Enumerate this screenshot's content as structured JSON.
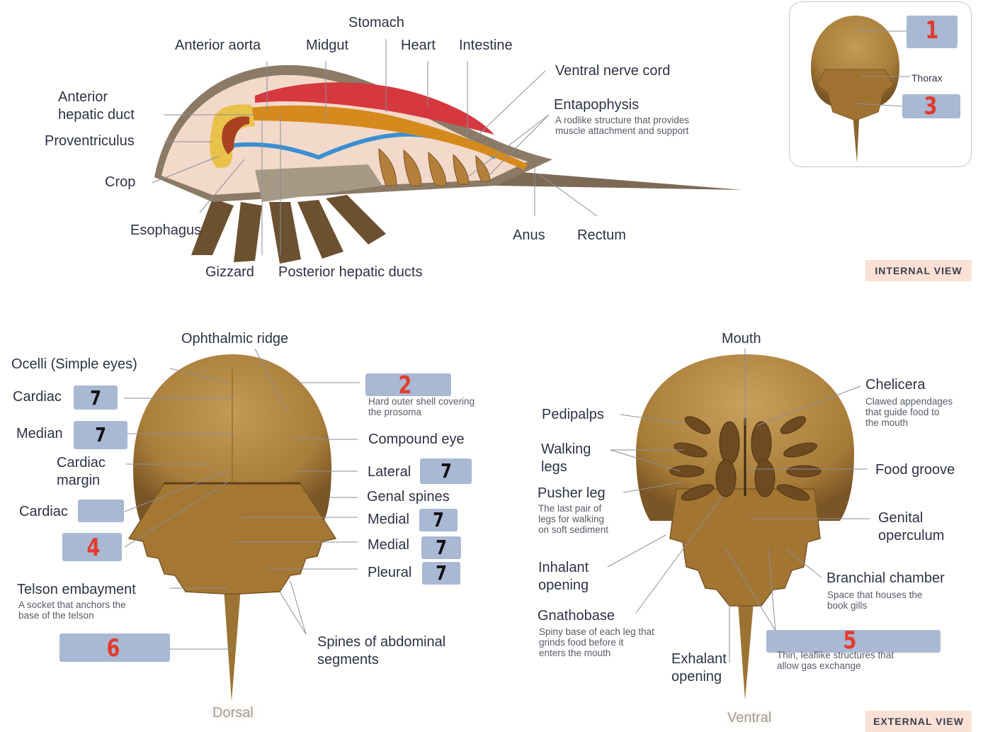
{
  "internal": {
    "labels": {
      "stomach": "Stomach",
      "anterior_aorta": "Anterior aorta",
      "midgut": "Midgut",
      "heart": "Heart",
      "intestine": "Intestine",
      "ventral_nerve_cord": "Ventral nerve cord",
      "entapophysis": "Entapophysis",
      "entapophysis_desc_1": "A rodlike structure that provides",
      "entapophysis_desc_2": "muscle attachment and support",
      "anterior_hepatic_duct_1": "Anterior",
      "anterior_hepatic_duct_2": "hepatic duct",
      "proventriculus": "Proventriculus",
      "crop": "Crop",
      "esophagus": "Esophagus",
      "gizzard": "Gizzard",
      "posterior_hepatic_ducts": "Posterior hepatic ducts",
      "anus": "Anus",
      "rectum": "Rectum"
    },
    "tag": "INTERNAL VIEW"
  },
  "inset": {
    "thorax": "Thorax",
    "mark_1": "1",
    "mark_3": "3"
  },
  "dorsal": {
    "labels": {
      "ophthalmic_ridge": "Ophthalmic ridge",
      "ocelli": "Ocelli (Simple eyes)",
      "cardiac_1": "Cardiac",
      "median": "Median",
      "cardiac_margin_1": "Cardiac",
      "cardiac_margin_2": "margin",
      "cardiac_2": "Cardiac",
      "telson_embayment": "Telson embayment",
      "telson_desc_1": "A socket that anchors the",
      "telson_desc_2": "base of the telson",
      "carapace_desc_1": "Hard outer shell covering",
      "carapace_desc_2": "the prosoma",
      "compound_eye": "Compound eye",
      "lateral": "Lateral",
      "genal_spines": "Genal spines",
      "medial_1": "Medial",
      "medial_2": "Medial",
      "pleural": "Pleural",
      "spines_1": "Spines of abdominal",
      "spines_2": "segments"
    },
    "marks": {
      "m2": "2",
      "m4": "4",
      "m6": "6",
      "seven": "7"
    },
    "view_label": "Dorsal"
  },
  "ventral": {
    "labels": {
      "mouth": "Mouth",
      "chelicera": "Chelicera",
      "chelicera_desc_1": "Clawed appendages",
      "chelicera_desc_2": "that guide food to",
      "chelicera_desc_3": "the mouth",
      "pedipalps": "Pedipalps",
      "walking_legs_1": "Walking",
      "walking_legs_2": "legs",
      "food_groove": "Food groove",
      "pusher_leg": "Pusher leg",
      "pusher_desc_1": "The last pair of",
      "pusher_desc_2": "legs for walking",
      "pusher_desc_3": "on soft sediment",
      "genital_operculum_1": "Genital",
      "genital_operculum_2": "operculum",
      "inhalant_1": "Inhalant",
      "inhalant_2": "opening",
      "branchial_chamber": "Branchial chamber",
      "branchial_desc_1": "Space that houses the",
      "branchial_desc_2": "book gills",
      "gnathobase": "Gnathobase",
      "gnathobase_desc_1": "Spiny base of each leg that",
      "gnathobase_desc_2": "grinds food before it",
      "gnathobase_desc_3": "enters the mouth",
      "exhalant_1": "Exhalant",
      "exhalant_2": "opening",
      "gills_desc_1": "Thin, leaflike structures that",
      "gills_desc_2": "allow gas exchange"
    },
    "marks": {
      "m5": "5"
    },
    "view_label": "Ventral",
    "tag": "EXTERNAL VIEW"
  },
  "colors": {
    "shell": "#a97d3a",
    "shell_dark": "#7a5525",
    "shell_light": "#c49a55",
    "heart_red": "#d6383f",
    "nerve_blue": "#3b8fd1",
    "gut_orange": "#d68a1e",
    "body_pink": "#f3d9c9",
    "blank_box": "#a9b8d3",
    "marker_red": "#e23b2e",
    "tag_bg": "#fbe0d5",
    "label_text": "#2d3343",
    "leader": "#8a8f98"
  }
}
